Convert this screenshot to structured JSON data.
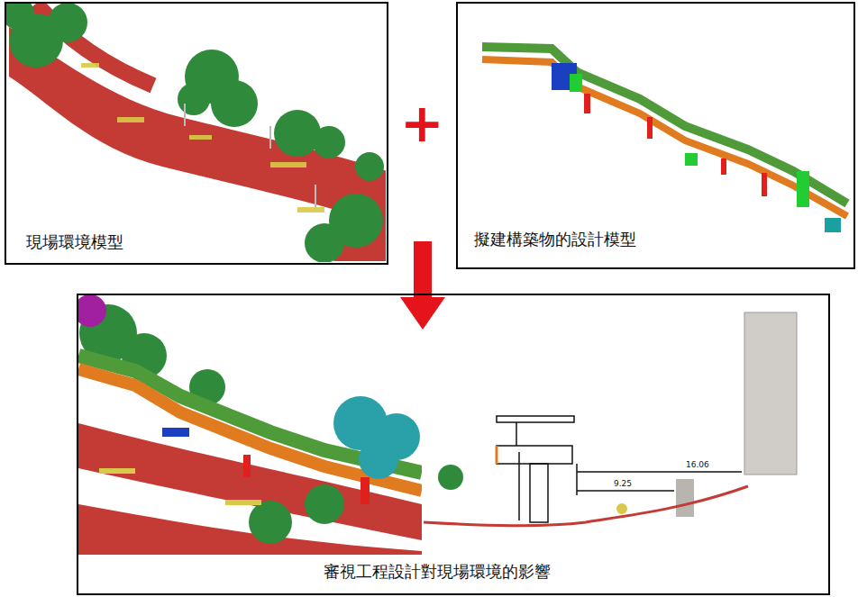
{
  "diagram": {
    "nodes": [
      {
        "text": [
          "現場環境模型"
        ]
      },
      {
        "text": [
          "擬建構築物的設計模型"
        ]
      },
      {
        "text": [
          "審視工程設計對現場環境的影響"
        ]
      }
    ],
    "edges": [
      {
        "from": 0,
        "to": 2,
        "arrow": "to"
      }
    ],
    "labels": [
      "+",
      "16.06",
      "9.25"
    ]
  }
}
